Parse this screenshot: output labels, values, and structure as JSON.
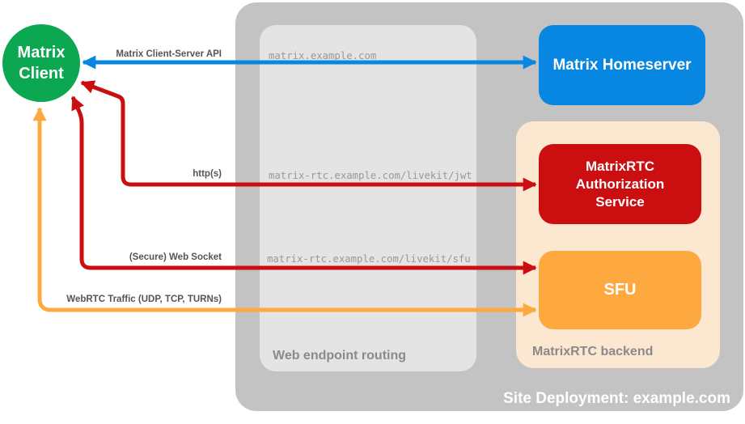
{
  "site": {
    "label": "Site Deployment: example.com",
    "box_color": "#c3c3c3",
    "label_color": "#ffffff"
  },
  "groups": {
    "routing": {
      "label": "Web endpoint routing",
      "box_color": "#e4e4e4",
      "label_color": "#8a8a8a"
    },
    "backend": {
      "label": "MatrixRTC backend",
      "box_color": "#fce7d0",
      "label_color": "#8a8a8a"
    }
  },
  "nodes": {
    "client": {
      "label": "Matrix Client",
      "color": "#0ba851",
      "text_color": "#ffffff"
    },
    "homeserver": {
      "label": "Matrix Homeserver",
      "color": "#0887e2",
      "text_color": "#ffffff"
    },
    "auth_service": {
      "label": "MatrixRTC Authorization Service",
      "color": "#cb0e10",
      "text_color": "#ffffff"
    },
    "sfu": {
      "label": "SFU",
      "color": "#fda940",
      "text_color": "#ffffff"
    }
  },
  "connections": {
    "client_server_api": {
      "label": "Matrix Client-Server API",
      "route": "matrix.example.com",
      "color": "#0887e2",
      "direction": "bidirectional"
    },
    "http": {
      "label": "http(s)",
      "route": "matrix-rtc.example.com/livekit/jwt",
      "color": "#cb0e10",
      "direction": "bidirectional"
    },
    "websocket": {
      "label": "(Secure) Web Socket",
      "route": "matrix-rtc.example.com/livekit/sfu",
      "color": "#cb0e10",
      "direction": "bidirectional"
    },
    "webrtc": {
      "label": "WebRTC Traffic (UDP, TCP, TURNs)",
      "route": "",
      "color": "#fda940",
      "direction": "bidirectional"
    }
  },
  "text_colors": {
    "connection_label": "#555555",
    "route_label": "#999999"
  }
}
